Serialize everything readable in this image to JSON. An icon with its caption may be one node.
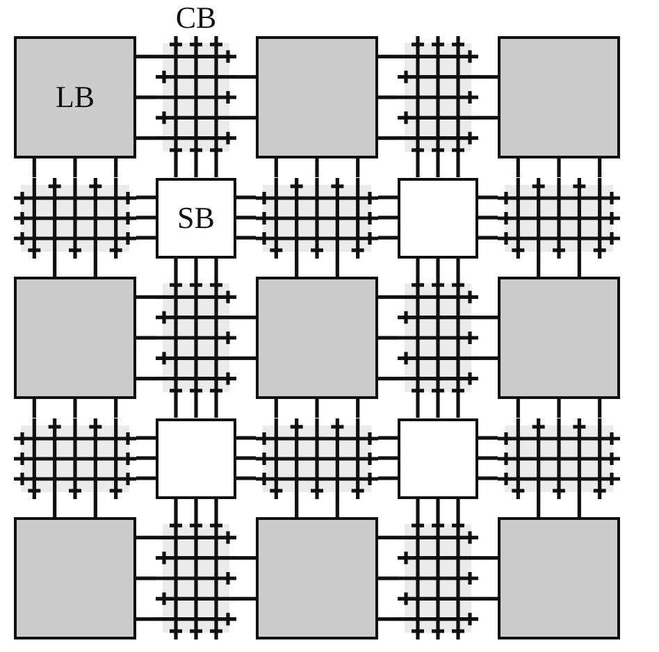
{
  "diagram": {
    "nodes": [
      {
        "text": [
          "LB"
        ]
      },
      {
        "text": [
          "CB"
        ]
      },
      {
        "text": [],
        "shape": "box"
      },
      {
        "text": [],
        "shape": "grid"
      },
      {
        "text": [],
        "shape": "box"
      },
      {
        "text": [],
        "shape": "grid"
      },
      {
        "text": [
          "SB"
        ]
      },
      {
        "text": [],
        "shape": "grid"
      },
      {
        "text": [],
        "shape": "box"
      },
      {
        "text": [],
        "shape": "grid"
      },
      {
        "text": [],
        "shape": "box"
      },
      {
        "text": [],
        "shape": "grid"
      },
      {
        "text": [],
        "shape": "box"
      },
      {
        "text": [],
        "shape": "grid"
      },
      {
        "text": [],
        "shape": "box"
      },
      {
        "text": [],
        "shape": "grid"
      },
      {
        "text": [],
        "shape": "box"
      },
      {
        "text": [],
        "shape": "grid"
      },
      {
        "text": [],
        "shape": "box"
      },
      {
        "text": [],
        "shape": "grid"
      },
      {
        "text": [],
        "shape": "box"
      },
      {
        "text": [],
        "shape": "grid"
      },
      {
        "text": [],
        "shape": "box"
      },
      {
        "text": [],
        "shape": "grid"
      },
      {
        "text": [],
        "shape": "box"
      }
    ],
    "edges": [
      {
        "from": 0,
        "to": 1,
        "arrow": "none"
      },
      {
        "from": 0,
        "to": 1,
        "arrow": "none"
      },
      {
        "from": 0,
        "to": 1,
        "arrow": "none"
      },
      {
        "from": 2,
        "to": 1,
        "arrow": "none"
      },
      {
        "from": 2,
        "to": 1,
        "arrow": "none"
      },
      {
        "from": 1,
        "to": 6,
        "arrow": "none"
      },
      {
        "from": 1,
        "to": 6,
        "arrow": "none"
      },
      {
        "from": 1,
        "to": 6,
        "arrow": "none"
      },
      {
        "from": 2,
        "to": 3,
        "arrow": "none"
      },
      {
        "from": 2,
        "to": 3,
        "arrow": "none"
      },
      {
        "from": 2,
        "to": 3,
        "arrow": "none"
      },
      {
        "from": 4,
        "to": 3,
        "arrow": "none"
      },
      {
        "from": 4,
        "to": 3,
        "arrow": "none"
      },
      {
        "from": 3,
        "to": 8,
        "arrow": "none"
      },
      {
        "from": 3,
        "to": 8,
        "arrow": "none"
      },
      {
        "from": 3,
        "to": 8,
        "arrow": "none"
      },
      {
        "from": 0,
        "to": 5,
        "arrow": "none"
      },
      {
        "from": 0,
        "to": 5,
        "arrow": "none"
      },
      {
        "from": 0,
        "to": 5,
        "arrow": "none"
      },
      {
        "from": 10,
        "to": 5,
        "arrow": "none"
      },
      {
        "from": 10,
        "to": 5,
        "arrow": "none"
      },
      {
        "from": 5,
        "to": 6,
        "arrow": "none"
      },
      {
        "from": 5,
        "to": 6,
        "arrow": "none"
      },
      {
        "from": 5,
        "to": 6,
        "arrow": "none"
      },
      {
        "from": 2,
        "to": 7,
        "arrow": "none"
      },
      {
        "from": 2,
        "to": 7,
        "arrow": "none"
      },
      {
        "from": 2,
        "to": 7,
        "arrow": "none"
      },
      {
        "from": 12,
        "to": 7,
        "arrow": "none"
      },
      {
        "from": 12,
        "to": 7,
        "arrow": "none"
      },
      {
        "from": 7,
        "to": 6,
        "arrow": "none"
      },
      {
        "from": 7,
        "to": 6,
        "arrow": "none"
      },
      {
        "from": 7,
        "to": 6,
        "arrow": "none"
      },
      {
        "from": 7,
        "to": 8,
        "arrow": "none"
      },
      {
        "from": 7,
        "to": 8,
        "arrow": "none"
      },
      {
        "from": 7,
        "to": 8,
        "arrow": "none"
      },
      {
        "from": 4,
        "to": 9,
        "arrow": "none"
      },
      {
        "from": 4,
        "to": 9,
        "arrow": "none"
      },
      {
        "from": 4,
        "to": 9,
        "arrow": "none"
      },
      {
        "from": 14,
        "to": 9,
        "arrow": "none"
      },
      {
        "from": 14,
        "to": 9,
        "arrow": "none"
      },
      {
        "from": 9,
        "to": 8,
        "arrow": "none"
      },
      {
        "from": 9,
        "to": 8,
        "arrow": "none"
      },
      {
        "from": 9,
        "to": 8,
        "arrow": "none"
      },
      {
        "from": 10,
        "to": 11,
        "arrow": "none"
      },
      {
        "from": 10,
        "to": 11,
        "arrow": "none"
      },
      {
        "from": 10,
        "to": 11,
        "arrow": "none"
      },
      {
        "from": 12,
        "to": 11,
        "arrow": "none"
      },
      {
        "from": 12,
        "to": 11,
        "arrow": "none"
      },
      {
        "from": 11,
        "to": 6,
        "arrow": "none"
      },
      {
        "from": 11,
        "to": 6,
        "arrow": "none"
      },
      {
        "from": 11,
        "to": 6,
        "arrow": "none"
      },
      {
        "from": 11,
        "to": 16,
        "arrow": "none"
      },
      {
        "from": 11,
        "to": 16,
        "arrow": "none"
      },
      {
        "from": 11,
        "to": 16,
        "arrow": "none"
      },
      {
        "from": 12,
        "to": 13,
        "arrow": "none"
      },
      {
        "from": 12,
        "to": 13,
        "arrow": "none"
      },
      {
        "from": 12,
        "to": 13,
        "arrow": "none"
      },
      {
        "from": 14,
        "to": 13,
        "arrow": "none"
      },
      {
        "from": 14,
        "to": 13,
        "arrow": "none"
      },
      {
        "from": 13,
        "to": 8,
        "arrow": "none"
      },
      {
        "from": 13,
        "to": 8,
        "arrow": "none"
      },
      {
        "from": 13,
        "to": 8,
        "arrow": "none"
      },
      {
        "from": 13,
        "to": 18,
        "arrow": "none"
      },
      {
        "from": 13,
        "to": 18,
        "arrow": "none"
      },
      {
        "from": 13,
        "to": 18,
        "arrow": "none"
      },
      {
        "from": 10,
        "to": 15,
        "arrow": "none"
      },
      {
        "from": 10,
        "to": 15,
        "arrow": "none"
      },
      {
        "from": 10,
        "to": 15,
        "arrow": "none"
      },
      {
        "from": 20,
        "to": 15,
        "arrow": "none"
      },
      {
        "from": 20,
        "to": 15,
        "arrow": "none"
      },
      {
        "from": 15,
        "to": 16,
        "arrow": "none"
      },
      {
        "from": 15,
        "to": 16,
        "arrow": "none"
      },
      {
        "from": 15,
        "to": 16,
        "arrow": "none"
      },
      {
        "from": 12,
        "to": 17,
        "arrow": "none"
      },
      {
        "from": 12,
        "to": 17,
        "arrow": "none"
      },
      {
        "from": 12,
        "to": 17,
        "arrow": "none"
      },
      {
        "from": 22,
        "to": 17,
        "arrow": "none"
      },
      {
        "from": 22,
        "to": 17,
        "arrow": "none"
      },
      {
        "from": 17,
        "to": 16,
        "arrow": "none"
      },
      {
        "from": 17,
        "to": 16,
        "arrow": "none"
      },
      {
        "from": 17,
        "to": 16,
        "arrow": "none"
      },
      {
        "from": 17,
        "to": 18,
        "arrow": "none"
      },
      {
        "from": 17,
        "to": 18,
        "arrow": "none"
      },
      {
        "from": 17,
        "to": 18,
        "arrow": "none"
      },
      {
        "from": 14,
        "to": 19,
        "arrow": "none"
      },
      {
        "from": 14,
        "to": 19,
        "arrow": "none"
      },
      {
        "from": 14,
        "to": 19,
        "arrow": "none"
      },
      {
        "from": 24,
        "to": 19,
        "arrow": "none"
      },
      {
        "from": 24,
        "to": 19,
        "arrow": "none"
      },
      {
        "from": 19,
        "to": 18,
        "arrow": "none"
      },
      {
        "from": 19,
        "to": 18,
        "arrow": "none"
      },
      {
        "from": 19,
        "to": 18,
        "arrow": "none"
      },
      {
        "from": 20,
        "to": 21,
        "arrow": "none"
      },
      {
        "from": 20,
        "to": 21,
        "arrow": "none"
      },
      {
        "from": 20,
        "to": 21,
        "arrow": "none"
      },
      {
        "from": 22,
        "to": 21,
        "arrow": "none"
      },
      {
        "from": 22,
        "to": 21,
        "arrow": "none"
      },
      {
        "from": 21,
        "to": 16,
        "arrow": "none"
      },
      {
        "from": 21,
        "to": 16,
        "arrow": "none"
      },
      {
        "from": 21,
        "to": 16,
        "arrow": "none"
      },
      {
        "from": 22,
        "to": 23,
        "arrow": "none"
      },
      {
        "from": 22,
        "to": 23,
        "arrow": "none"
      },
      {
        "from": 22,
        "to": 23,
        "arrow": "none"
      },
      {
        "from": 24,
        "to": 23,
        "arrow": "none"
      },
      {
        "from": 24,
        "to": 23,
        "arrow": "none"
      },
      {
        "from": 23,
        "to": 18,
        "arrow": "none"
      },
      {
        "from": 23,
        "to": 18,
        "arrow": "none"
      },
      {
        "from": 23,
        "to": 18,
        "arrow": "none"
      }
    ]
  }
}
